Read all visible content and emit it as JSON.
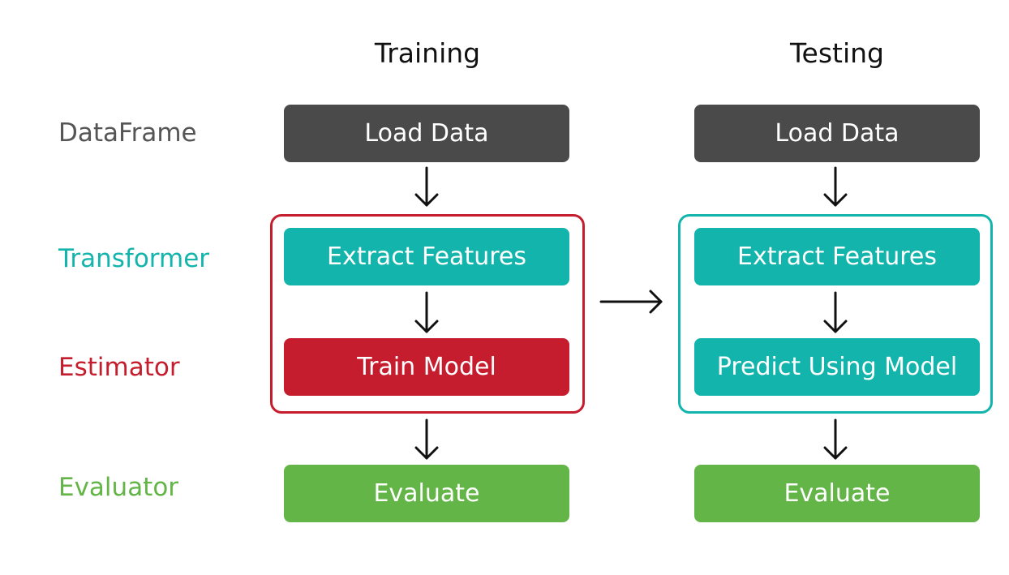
{
  "columns": {
    "training": {
      "title": "Training",
      "load": "Load Data",
      "transform": "Extract Features",
      "estimate": "Train Model",
      "evaluate": "Evaluate"
    },
    "testing": {
      "title": "Testing",
      "load": "Load Data",
      "transform": "Extract Features",
      "estimate": "Predict Using Model",
      "evaluate": "Evaluate"
    }
  },
  "rows": {
    "dataframe": "DataFrame",
    "transformer": "Transformer",
    "estimator": "Estimator",
    "evaluator": "Evaluator"
  },
  "colors": {
    "dataframe": "#4a4a4a",
    "transformer": "#13b4ac",
    "estimator": "#c61d2e",
    "evaluator": "#62b546",
    "arrow": "#111111"
  }
}
